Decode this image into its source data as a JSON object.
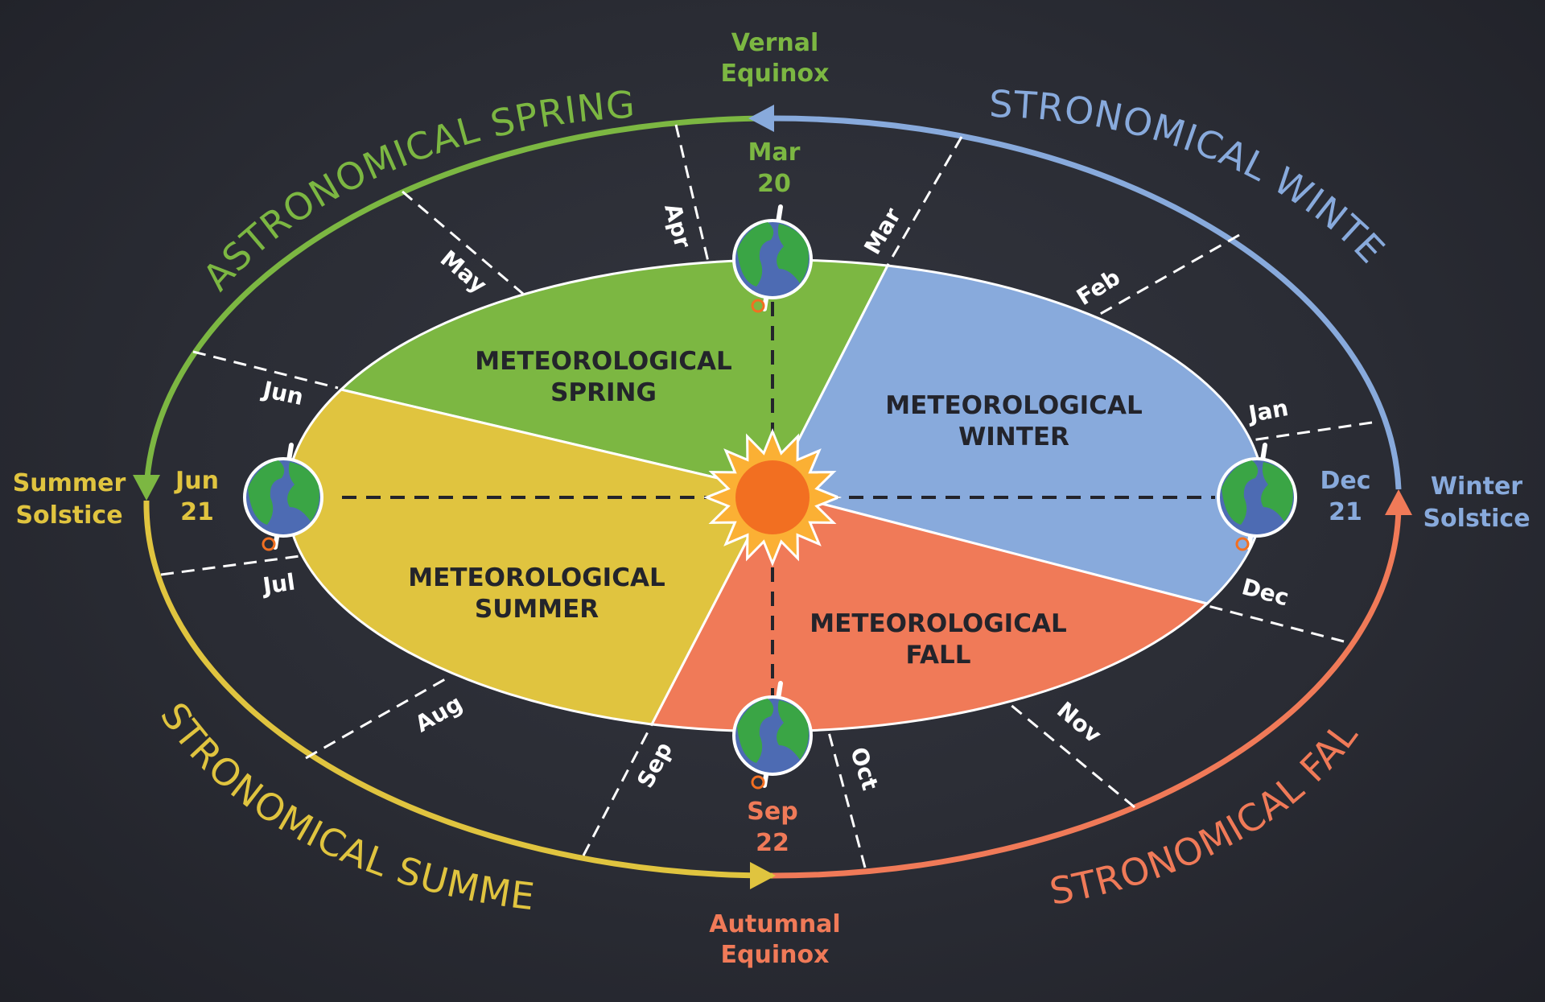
{
  "colors": {
    "background": "#2a2c35",
    "spring": "#7cb742",
    "summer": "#e0c43f",
    "fall": "#f07a58",
    "winter": "#88aadc",
    "sun": "#f26f21",
    "sun_rays": "#fbb034",
    "earth_ocean": "#4d6bb3",
    "earth_land": "#3aa545"
  },
  "astronomical": {
    "spring": "ASTRONOMICAL SPRING",
    "winter": "ASTRONOMICAL WINTER",
    "summer": "ASTRONOMICAL SUMMER",
    "fall": "ASTRONOMICAL FALL"
  },
  "events": {
    "vernal": [
      "Vernal",
      "Equinox"
    ],
    "autumnal": [
      "Autumnal",
      "Equinox"
    ],
    "summer": [
      "Summer",
      "Solstice"
    ],
    "winter": [
      "Winter",
      "Solstice"
    ]
  },
  "dates": {
    "mar": [
      "Mar",
      "20"
    ],
    "sep": [
      "Sep",
      "22"
    ],
    "jun": [
      "Jun",
      "21"
    ],
    "dec": [
      "Dec",
      "21"
    ]
  },
  "meteorological": {
    "spring": [
      "METEOROLOGICAL",
      "SPRING"
    ],
    "winter": [
      "METEOROLOGICAL",
      "WINTER"
    ],
    "summer": [
      "METEOROLOGICAL",
      "SUMMER"
    ],
    "fall": [
      "METEOROLOGICAL",
      "FALL"
    ]
  },
  "months": {
    "apr": "Apr",
    "may": "May",
    "jun": "Jun",
    "jul": "Jul",
    "aug": "Aug",
    "sep": "Sep",
    "oct": "Oct",
    "nov": "Nov",
    "dec": "Dec",
    "jan": "Jan",
    "feb": "Feb",
    "mar": "Mar"
  }
}
